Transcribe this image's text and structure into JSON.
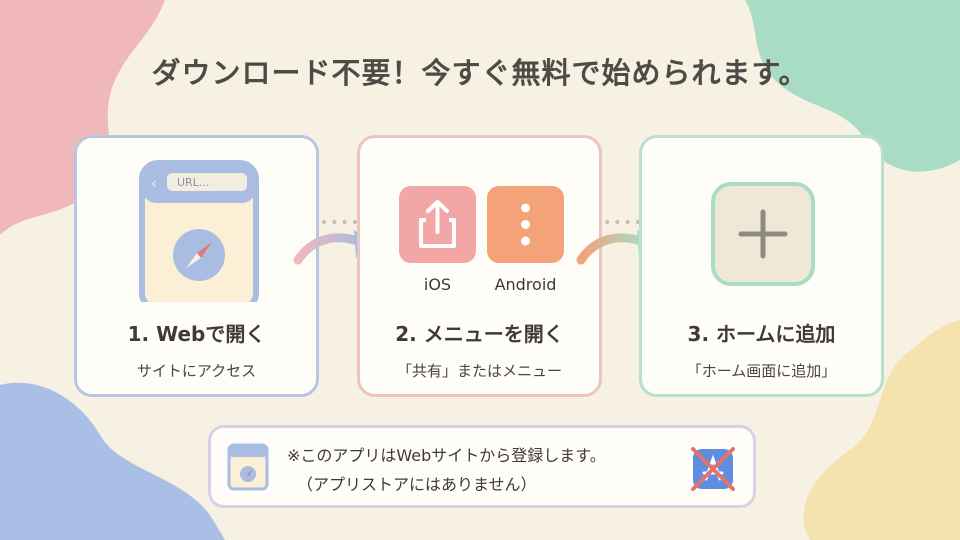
{
  "headline": "ダウンロード不要！今すぐ無料で始められます。",
  "steps": [
    {
      "title": "1. Webで開く",
      "subtitle": "サイトにアクセス",
      "url_placeholder": "URL..."
    },
    {
      "title": "2. メニューを開く",
      "subtitle": "「共有」またはメニュー",
      "ios_label": "iOS",
      "android_label": "Android"
    },
    {
      "title": "3. ホームに追加",
      "subtitle": "「ホーム画面に追加」"
    }
  ],
  "note": {
    "line1": "※このアプリはWebサイトから登録します。",
    "line2": "（アプリストアにはありません）"
  },
  "colors": {
    "background": "#f7f1e4",
    "blue": "#b9c6e3",
    "pink": "#efc3c0",
    "mint": "#b8e0cc",
    "ios_tile": "#f2a6a6",
    "android_tile": "#f3a27a",
    "cross": "#e2736e"
  }
}
